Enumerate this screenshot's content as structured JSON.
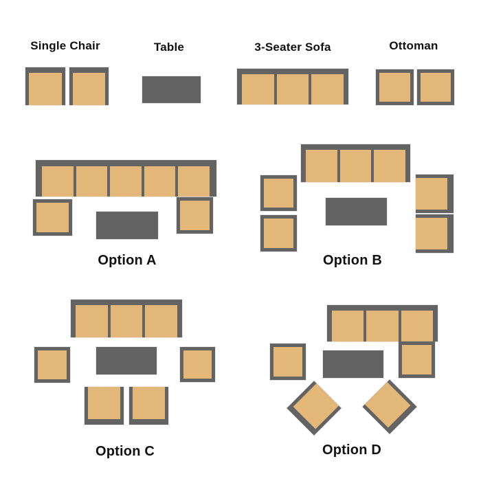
{
  "legend": {
    "items": [
      {
        "id": "single-chair",
        "label": "Single Chair"
      },
      {
        "id": "table",
        "label": "Table"
      },
      {
        "id": "three-seater-sofa",
        "label": "3-Seater Sofa"
      },
      {
        "id": "ottoman",
        "label": "Ottoman"
      }
    ]
  },
  "options": [
    {
      "id": "A",
      "label": "Option A",
      "pieces": [
        "5-seat sofa row with chaise seat at right end",
        "ottoman below left end",
        "coffee table in center"
      ]
    },
    {
      "id": "B",
      "label": "Option B",
      "pieces": [
        "3-seater sofa at top",
        "2 ottomans on left",
        "2 single chairs facing left on right",
        "coffee table in center"
      ]
    },
    {
      "id": "C",
      "label": "Option C",
      "pieces": [
        "3-seater sofa at top",
        "ottoman left of table",
        "ottoman right of table",
        "2 single chairs facing up at bottom",
        "coffee table in center"
      ]
    },
    {
      "id": "D",
      "label": "Option D",
      "pieces": [
        "3-seater sofa with chaise seat below right end",
        "ottoman on left",
        "2 angled single chairs at bottom",
        "coffee table in center"
      ]
    }
  ],
  "colors": {
    "cushion": "#E2B778",
    "frame": "#636363",
    "table": "#636363",
    "text": "#111111",
    "background": "#FFFFFF"
  }
}
